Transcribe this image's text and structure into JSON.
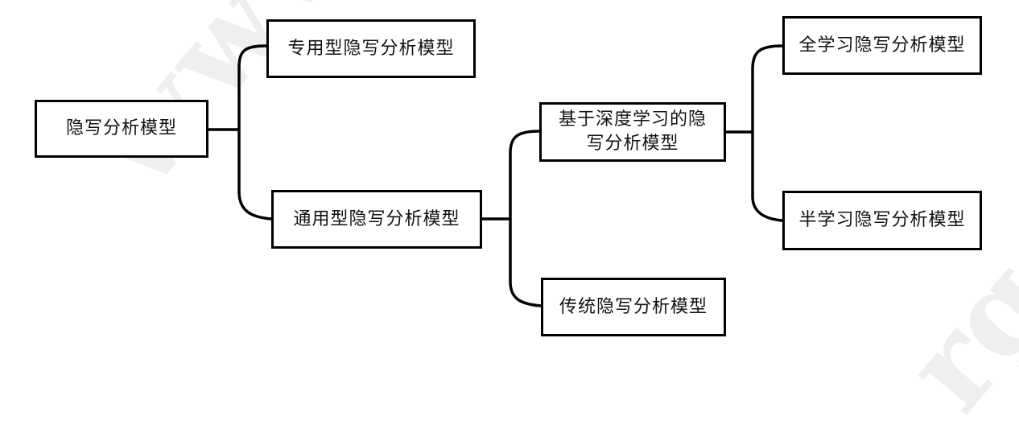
{
  "watermark": {
    "text": "www.jos.org.cn"
  },
  "nodes": {
    "root": "隐写分析模型",
    "specific": "专用型隐写分析模型",
    "general": "通用型隐写分析模型",
    "deep_learning_line1": "基于深度学习的隐",
    "deep_learning_line2": "写分析模型",
    "traditional": "传统隐写分析模型",
    "full_learning": "全学习隐写分析模型",
    "semi_learning": "半学习隐写分析模型"
  },
  "colors": {
    "border": "#000000",
    "line": "#000000",
    "watermark": "#efefef"
  }
}
